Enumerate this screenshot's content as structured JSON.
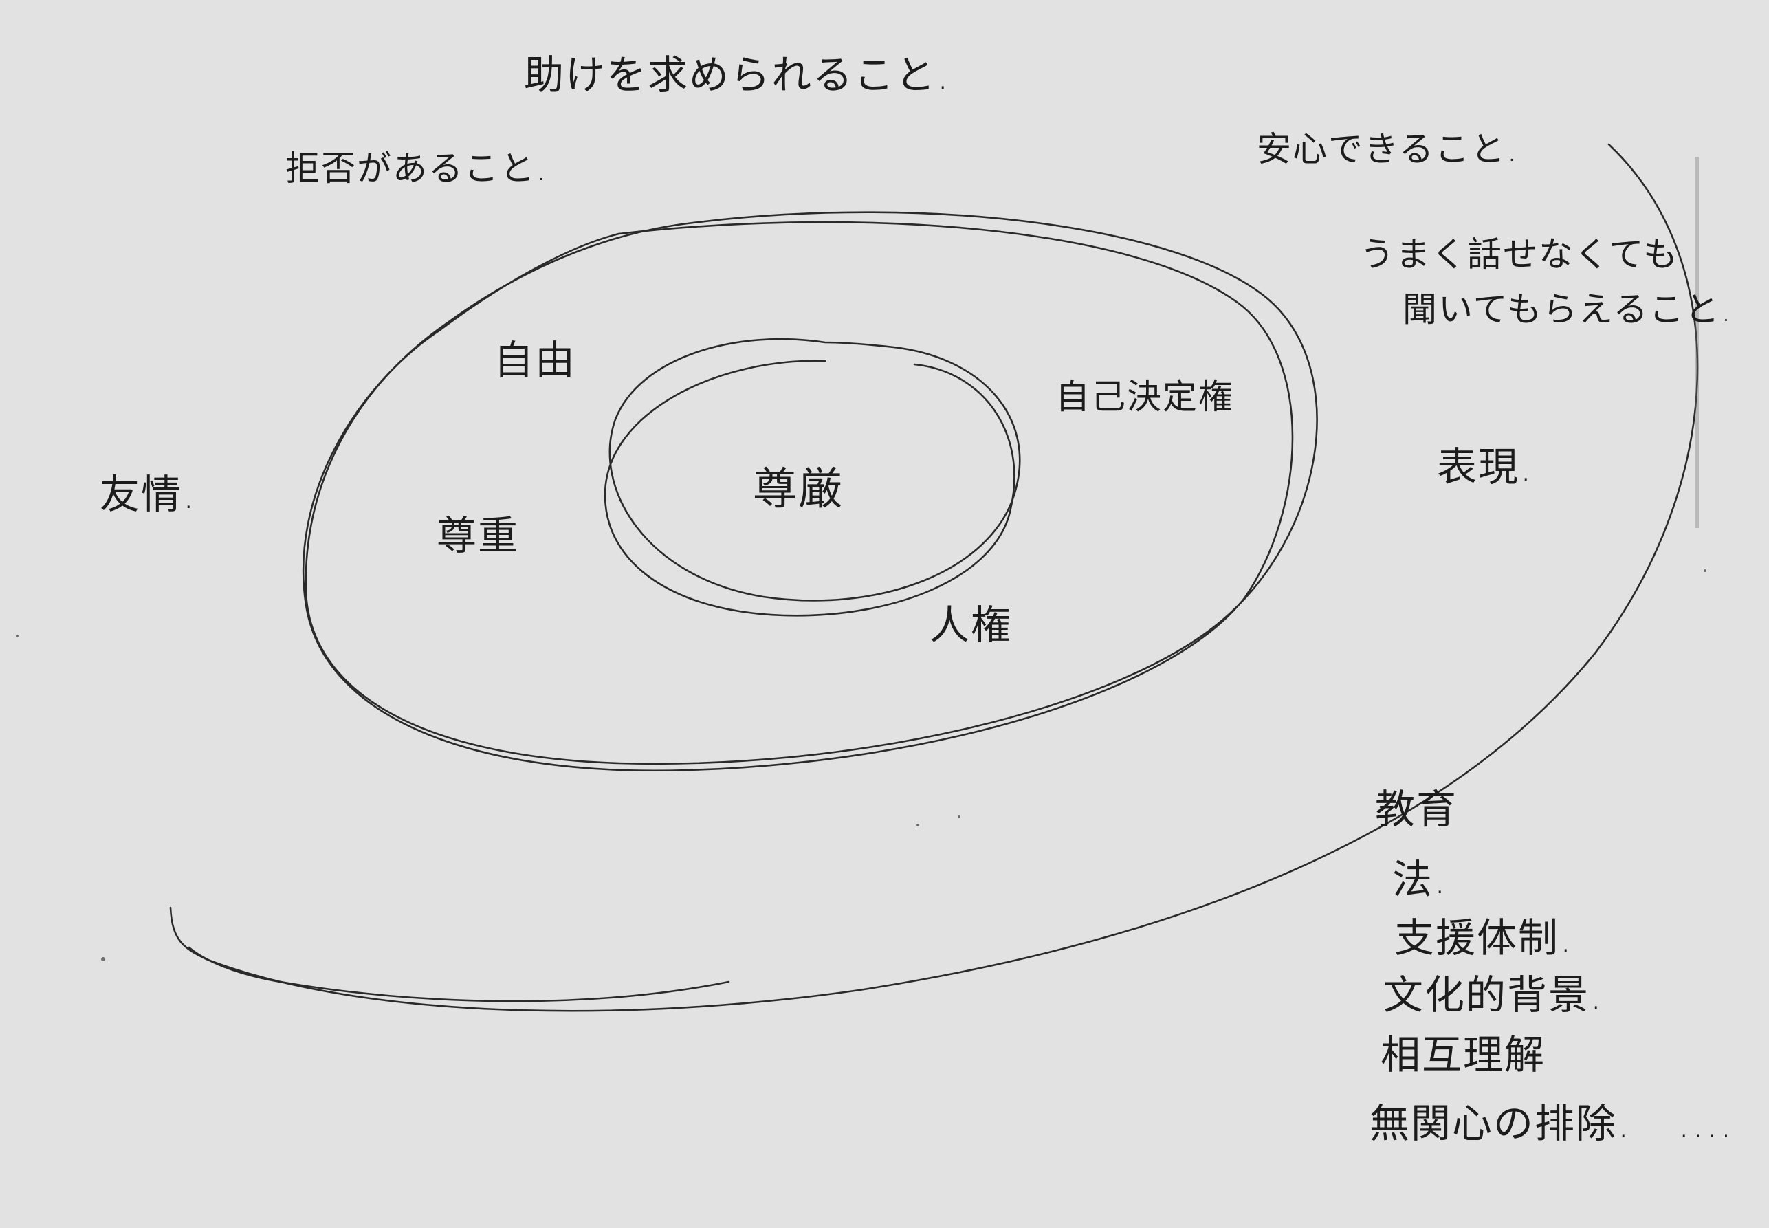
{
  "labels": {
    "tasukewo": "助けを求められること.",
    "kyozetsu": "拒否があること.",
    "anshin": "安心できること.",
    "umaku": "うまく話せなくても",
    "kiite": "聞いてもらえること.",
    "jiyu": "自由",
    "jikokettei": "自己決定権",
    "yujo": "友情.",
    "songen": "尊厳",
    "sonchou": "尊重",
    "hyougen": "表現.",
    "jinken": "人権",
    "kyoiku": "教育",
    "hou": "法.",
    "shien": "支援体制.",
    "bunka": "文化的背景.",
    "sougo": "相互理解",
    "mukanshin": "無関心の排除.",
    "ellipsis": "...."
  }
}
